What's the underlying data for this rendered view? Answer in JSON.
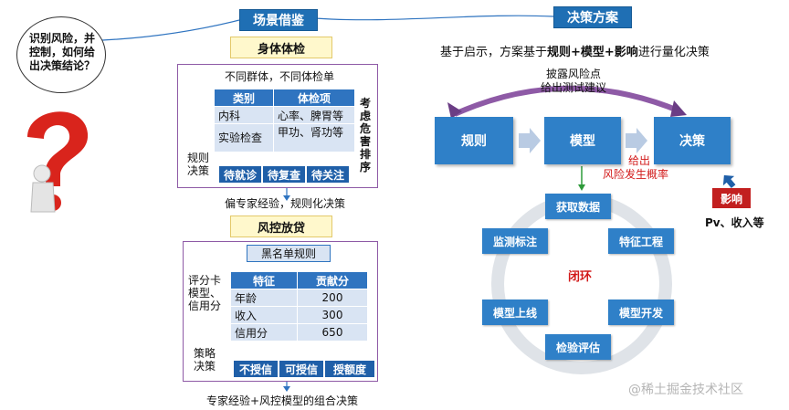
{
  "left": {
    "header": "场景借鉴",
    "bubble": "识别风险，并控制，如何给出决策结论？",
    "health": {
      "title": "身体体检",
      "subtitle": "不同群体，不同体检单",
      "table_headers": [
        "类别",
        "体检项"
      ],
      "rows": [
        [
          "内科",
          "心率、脾胃等"
        ],
        [
          "实验检查",
          "甲功、肾功等"
        ]
      ],
      "side_note": "考虑危害排序",
      "decision_label": "规则决策",
      "actions": [
        "待就诊",
        "待复查",
        "待关注"
      ],
      "footer": "偏专家经验，规则化决策"
    },
    "credit": {
      "title": "风控放贷",
      "blacklist": "黑名单规则",
      "model_label": "评分卡模型、信用分",
      "table_headers": [
        "特征",
        "贡献分"
      ],
      "rows": [
        [
          "年龄",
          "200"
        ],
        [
          "收入",
          "300"
        ],
        [
          "信用分",
          "650"
        ]
      ],
      "strategy_label": "策略决策",
      "actions": [
        "不授信",
        "可授信",
        "授额度"
      ],
      "footer": "专家经验+风控模型的组合决策"
    }
  },
  "right": {
    "header": "决策方案",
    "subtitle_plain": "基于启示，方案基于",
    "subtitle_bold": "规则+模型+影响",
    "subtitle_tail": "进行量化决策",
    "arc_label_1": "披露风险点",
    "arc_label_2": "给出测试建议",
    "nodes": [
      "规则",
      "模型",
      "决策"
    ],
    "give_label_1": "给出",
    "give_label_2": "风险发生概率",
    "influence": "影响",
    "influence_note": "Pv、收入等",
    "loop_label": "闭环",
    "cycle": [
      "获取数据",
      "特征工程",
      "模型开发",
      "检验评估",
      "模型上线",
      "监测标注"
    ]
  },
  "watermark": "@稀土掘金技术社区",
  "colors": {
    "primary": "#2f80c8",
    "header": "#1f6fb4",
    "accent_red": "#d21a1a",
    "frame": "#8e5aa6"
  }
}
